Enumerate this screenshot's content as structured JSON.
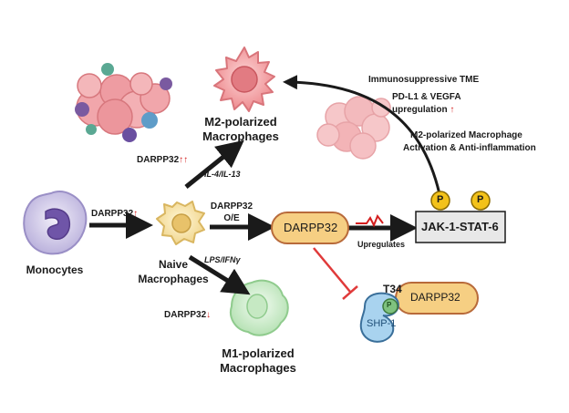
{
  "cells": {
    "monocytes": "Monocytes",
    "naive": [
      "Naive",
      "Macrophages"
    ],
    "m2": [
      "M2-polarized",
      "Macrophages"
    ],
    "m1": [
      "M1-polarized",
      "Macrophages"
    ]
  },
  "arrows": {
    "mono_to_naive": "DARPP32",
    "naive_to_m2_label": "DARPP32",
    "naive_to_m2_cytokine": "IL-4/IL-13",
    "naive_to_m1_cytokine": "LPS/IFNγ",
    "naive_to_m1_label": "DARPP32",
    "overexpression": [
      "DARPP32",
      "O/E"
    ],
    "upregulates": "Upregulates"
  },
  "indicators": {
    "up_single": "↑",
    "up_double": "↑↑",
    "down": "↓",
    "up_red": "↑"
  },
  "nodes": {
    "darpp32_main": "DARPP32",
    "jak_stat": "JAK-1-STAT-6",
    "phospho": "P",
    "shp1": "SHP-1",
    "t34": "T34",
    "darpp32_bound": "DARPP32"
  },
  "tme": {
    "line1": "Immunosuppressive TME",
    "line2": "PD-L1 & VEGFA",
    "line3": "upregulation",
    "line4": "M2-polarized Macrophage",
    "line5": "Activation & Anti-inflammation"
  },
  "colors": {
    "arrow": "#1a1a1a",
    "darpp32_fill": "#f6cf83",
    "darpp32_stroke": "#b86a3a",
    "jak_fill": "#e8e8e8",
    "phospho_fill": "#f3c21a",
    "shp1_fill": "#a9d3ef",
    "shp1_stroke": "#3a6f9a",
    "pdot_fill": "#7fc27f",
    "inhibit": "#e03a3a",
    "m2_cell": "#f4a8ab",
    "m1_cell": "#cfeecf",
    "naive_cell": "#f6e6ae",
    "monocyte": "#d8d2ec"
  }
}
